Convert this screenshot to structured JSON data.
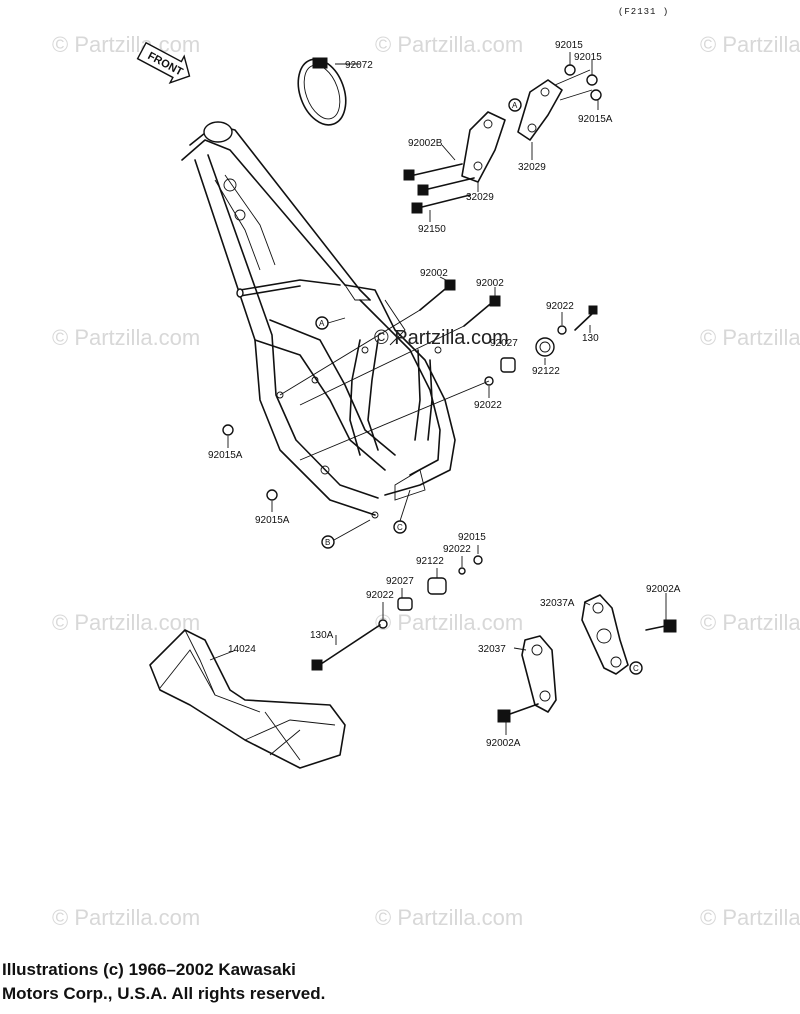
{
  "diagram_code": "(F2131 )",
  "front_arrow_label": "FRONT",
  "watermark_text": "© Partzilla.com",
  "center_watermark_text": "© Partzilla.com",
  "callouts": {
    "a": "A",
    "b": "B",
    "c": "C"
  },
  "part_labels": {
    "p92072": "92072",
    "p92015_top": "92015",
    "p92015_top2": "92015",
    "p92015a_top": "92015A",
    "p92002b": "92002B",
    "p32029_a": "32029",
    "p32029_b": "32029",
    "p92150": "92150",
    "p92002_a": "92002",
    "p92002_b": "92002",
    "p92022_top": "92022",
    "p130": "130",
    "p92027_top": "92027",
    "p92122_top": "92122",
    "p92022_mid": "92022",
    "p92015a_left": "92015A",
    "p92015a_low": "92015A",
    "p92015_low": "92015",
    "p92022_low": "92022",
    "p92122_low": "92122",
    "p92027_low": "92027",
    "p92022_low2": "92022",
    "p130a": "130A",
    "p14024": "14024",
    "p32037a": "32037A",
    "p92002a_r": "92002A",
    "p32037": "32037",
    "p92002a_b": "92002A"
  },
  "copyright": {
    "line1": "Illustrations (c) 1966–2002 Kawasaki",
    "line2": "Motors Corp., U.S.A.  All rights reserved."
  }
}
